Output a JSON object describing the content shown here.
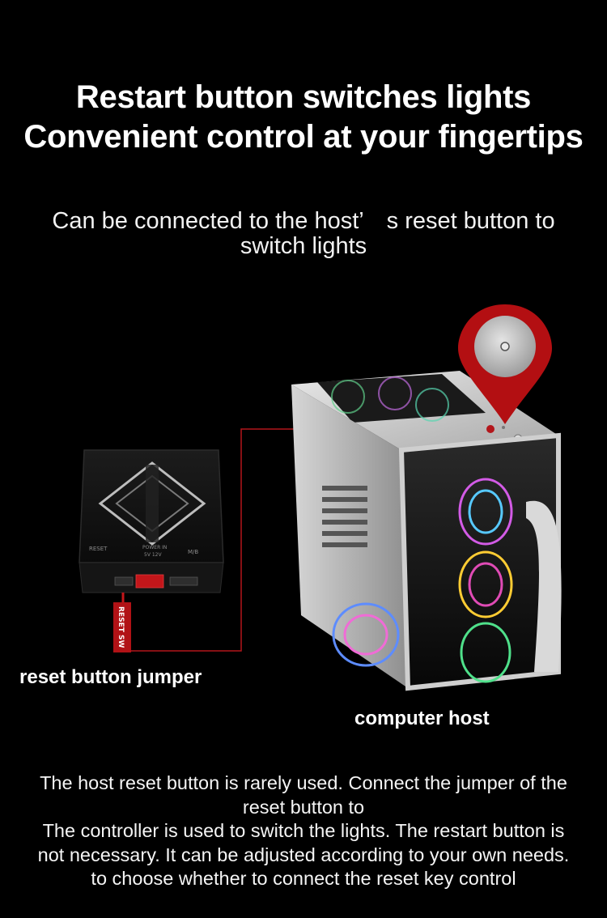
{
  "headline": {
    "line1": "Restart button switches lights",
    "line2": "Convenient control at your fingertips"
  },
  "subtitle": {
    "line1": "Can be connected to the host’　s reset button to",
    "line2": "switch lights"
  },
  "product_image": {
    "controller": {
      "name": "rgb-controller-hub",
      "port_labels": {
        "reset": "RESET",
        "power": "POWER IN",
        "voltage": "5V  12V",
        "mb": "M/B"
      },
      "jumper_tag": "RESET SW"
    },
    "case": {
      "name": "computer-case"
    },
    "marker": {
      "name": "location-pin-icon",
      "color": "#b30f12"
    },
    "accent_color": "#c41418"
  },
  "labels": {
    "jumper": "reset button jumper",
    "host": "computer host"
  },
  "bottom": {
    "line1": "The host reset button is rarely used. Connect the jumper of the",
    "line2": "reset button to",
    "line3": "The controller is used to switch the lights. The restart button is",
    "line4": "not necessary. It can be adjusted according to your own needs.",
    "line5": "to choose whether to connect the reset key control"
  }
}
